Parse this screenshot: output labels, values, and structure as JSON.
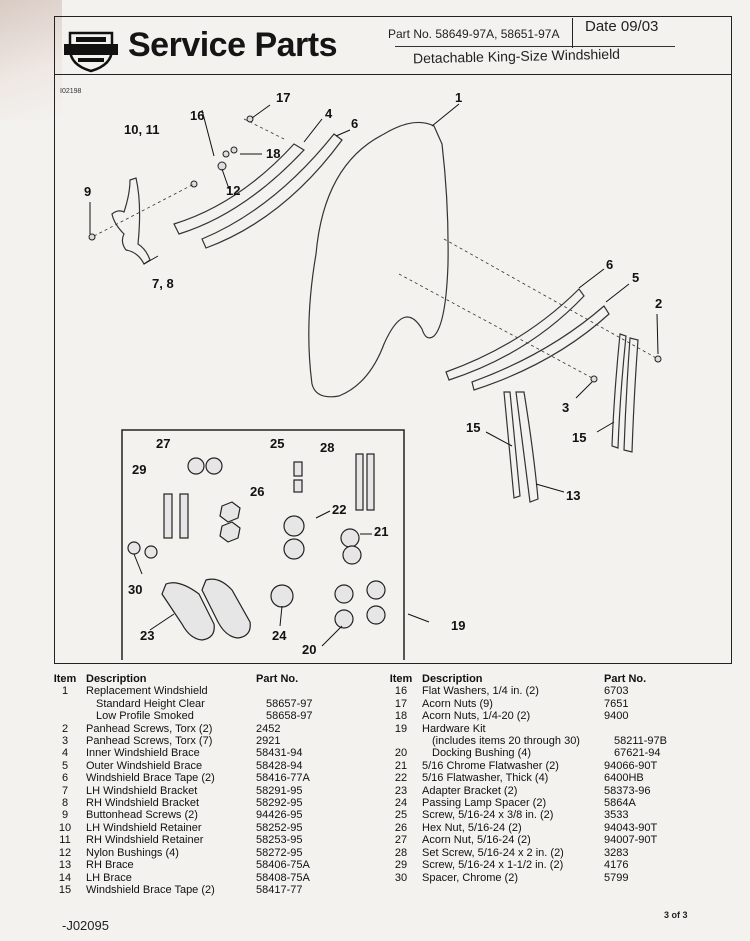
{
  "header": {
    "title": "Service Parts",
    "part_no": "Part No. 58649-97A, 58651-97A",
    "date": "Date 09/03",
    "subtitle": "Detachable King-Size Windshield"
  },
  "figure": {
    "id": "I02198",
    "callouts": [
      "1",
      "2",
      "3",
      "4",
      "5",
      "6",
      "6",
      "7, 8",
      "9",
      "10, 11",
      "12",
      "13",
      "15",
      "15",
      "16",
      "17",
      "18",
      "19",
      "20",
      "21",
      "22",
      "23",
      "24",
      "25",
      "26",
      "27",
      "28",
      "29",
      "30"
    ]
  },
  "parts_table": {
    "headers": {
      "item": "Item",
      "description": "Description",
      "part_no": "Part No."
    },
    "headers_right": {
      "item": "Item",
      "description": "Description",
      "part_no": "Part No."
    },
    "left_rows": [
      {
        "item": "1",
        "desc": "Replacement Windshield",
        "pn": ""
      },
      {
        "item": "",
        "desc": "Standard Height Clear",
        "pn": "58657-97",
        "indent": true
      },
      {
        "item": "",
        "desc": "Low Profile Smoked",
        "pn": "58658-97",
        "indent": true
      },
      {
        "item": "2",
        "desc": "Panhead Screws, Torx (2)",
        "pn": "2452"
      },
      {
        "item": "3",
        "desc": "Panhead Screws, Torx (7)",
        "pn": "2921"
      },
      {
        "item": "4",
        "desc": "Inner Windshield Brace",
        "pn": "58431-94"
      },
      {
        "item": "5",
        "desc": "Outer Windshield Brace",
        "pn": "58428-94"
      },
      {
        "item": "6",
        "desc": "Windshield Brace Tape (2)",
        "pn": "58416-77A"
      },
      {
        "item": "7",
        "desc": "LH Windshield Bracket",
        "pn": "58291-95"
      },
      {
        "item": "8",
        "desc": "RH Windshield Bracket",
        "pn": "58292-95"
      },
      {
        "item": "9",
        "desc": "Buttonhead Screws (2)",
        "pn": "94426-95"
      },
      {
        "item": "10",
        "desc": "LH Windshield Retainer",
        "pn": "58252-95"
      },
      {
        "item": "11",
        "desc": "RH Windshield Retainer",
        "pn": "58253-95"
      },
      {
        "item": "12",
        "desc": "Nylon Bushings (4)",
        "pn": "58272-95"
      },
      {
        "item": "13",
        "desc": "RH Brace",
        "pn": "58406-75A"
      },
      {
        "item": "14",
        "desc": "LH Brace",
        "pn": "58408-75A"
      },
      {
        "item": "15",
        "desc": "Windshield Brace Tape (2)",
        "pn": "58417-77"
      }
    ],
    "right_rows": [
      {
        "item": "16",
        "desc": "Flat Washers, 1/4 in. (2)",
        "pn": "6703"
      },
      {
        "item": "17",
        "desc": "Acorn Nuts (9)",
        "pn": "7651"
      },
      {
        "item": "18",
        "desc": "Acorn Nuts, 1/4-20 (2)",
        "pn": "9400"
      },
      {
        "item": "19",
        "desc": "Hardware Kit",
        "pn": ""
      },
      {
        "item": "",
        "desc": "(includes items 20 through 30)",
        "pn": "58211-97B",
        "indent": true
      },
      {
        "item": "20",
        "desc": "Docking Bushing (4)",
        "pn": "67621-94",
        "indent": true
      },
      {
        "item": "21",
        "desc": "5/16 Chrome Flatwasher (2)",
        "pn": "94066-90T"
      },
      {
        "item": "22",
        "desc": "5/16 Flatwasher, Thick (4)",
        "pn": "6400HB"
      },
      {
        "item": "23",
        "desc": "Adapter Bracket (2)",
        "pn": "58373-96"
      },
      {
        "item": "24",
        "desc": "Passing Lamp Spacer (2)",
        "pn": "5864A"
      },
      {
        "item": "25",
        "desc": "Screw, 5/16-24 x 3/8 in. (2)",
        "pn": "3533"
      },
      {
        "item": "26",
        "desc": "Hex Nut, 5/16-24 (2)",
        "pn": "94043-90T"
      },
      {
        "item": "27",
        "desc": "Acorn Nut, 5/16-24 (2)",
        "pn": "94007-90T"
      },
      {
        "item": "28",
        "desc": "Set Screw, 5/16-24 x 2 in. (2)",
        "pn": "3283"
      },
      {
        "item": "29",
        "desc": "Screw, 5/16-24 x 1-1/2 in. (2)",
        "pn": "4176"
      },
      {
        "item": "30",
        "desc": "Spacer, Chrome (2)",
        "pn": "5799"
      }
    ]
  },
  "footer": {
    "doc_id": "-J02095",
    "page": "3 of 3"
  }
}
